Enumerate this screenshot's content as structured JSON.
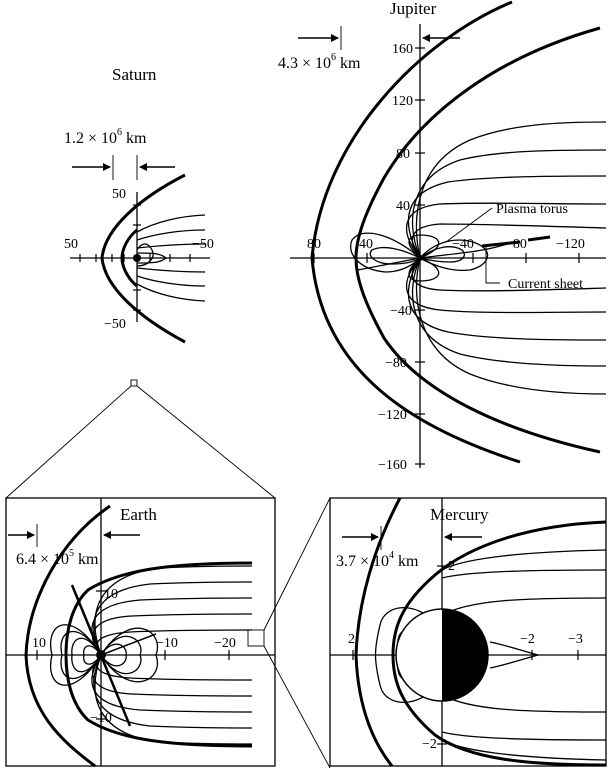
{
  "panels": {
    "saturn": {
      "title": "Saturn",
      "scale_number": "1.2 × 10",
      "scale_exponent": "6",
      "scale_unit": " km",
      "tick_labels": {
        "x_left": "50",
        "x_right": "−50",
        "y_top": "50",
        "y_bottom": "−50"
      }
    },
    "jupiter": {
      "title": "Jupiter",
      "scale_number": "4.3 × 10",
      "scale_exponent": "6",
      "scale_unit": " km",
      "x_tick_labels": [
        "80",
        "40",
        "−40",
        "−80",
        "−120"
      ],
      "y_tick_labels": [
        "160",
        "120",
        "80",
        "40",
        "−40",
        "−80",
        "−120",
        "−160"
      ],
      "annotations": {
        "plasma_torus": "Plasma torus",
        "current_sheet": "Current sheet"
      }
    },
    "earth": {
      "title": "Earth",
      "scale_number": "6.4 × 10",
      "scale_exponent": "5",
      "scale_unit": " km",
      "x_tick_labels": [
        "10",
        "−10",
        "−20"
      ],
      "y_tick_labels": [
        "10",
        "−10"
      ]
    },
    "mercury": {
      "title": "Mercury",
      "scale_number": "3.7 × 10",
      "scale_exponent": "4",
      "scale_unit": " km",
      "x_tick_labels": [
        "2",
        "−2",
        "−3"
      ],
      "y_tick_labels": [
        "2",
        "−2"
      ]
    }
  }
}
